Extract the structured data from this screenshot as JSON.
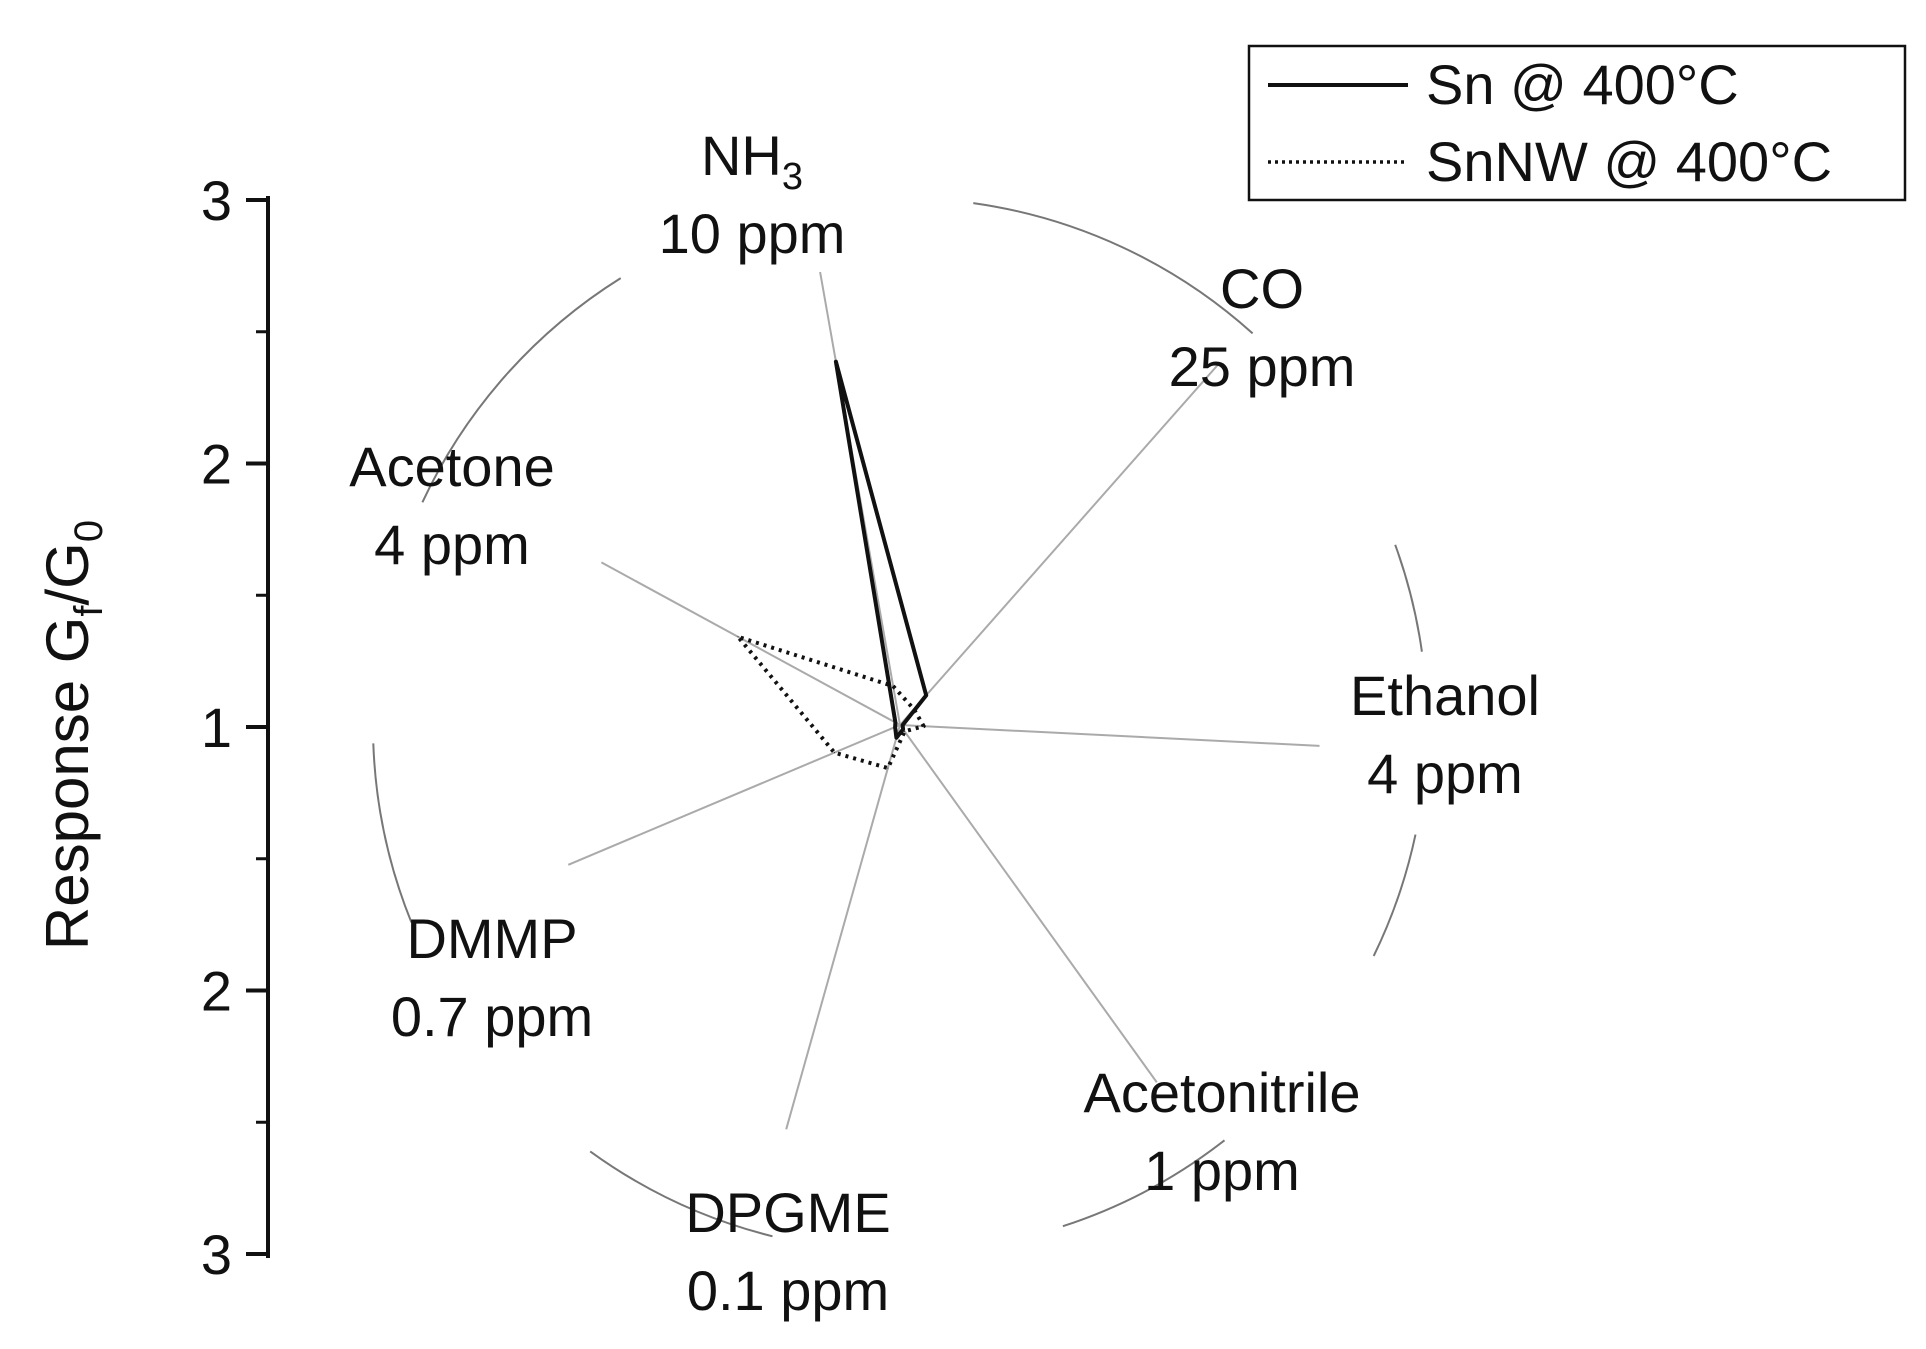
{
  "chart_data": {
    "type": "radar",
    "ylabel_main": "Response G",
    "ylabel_sub_f": "f",
    "ylabel_mid": "/G",
    "ylabel_sub_0": "0",
    "axis_ticks": [
      "3",
      "2",
      "1",
      "2",
      "3"
    ],
    "axis_tick_values": [
      3,
      2,
      1,
      2,
      3
    ],
    "radial_range": [
      1,
      3
    ],
    "categories": [
      {
        "name": "NH",
        "sub": "3",
        "conc": "10 ppm"
      },
      {
        "name": "CO",
        "sub": "",
        "conc": "25 ppm"
      },
      {
        "name": "Ethanol",
        "sub": "",
        "conc": "4 ppm"
      },
      {
        "name": "Acetonitrile",
        "sub": "",
        "conc": "1 ppm"
      },
      {
        "name": "DPGME",
        "sub": "",
        "conc": "0.1 ppm"
      },
      {
        "name": "DMMP",
        "sub": "",
        "conc": "0.7 ppm"
      },
      {
        "name": "Acetone",
        "sub": "",
        "conc": "4 ppm"
      }
    ],
    "series": [
      {
        "name": "Sn @ 400°C",
        "style": "solid",
        "values": [
          2.4,
          1.15,
          1.01,
          1.02,
          1.05,
          1.02,
          1.02
        ]
      },
      {
        "name": "SnNW @ 400°C",
        "style": "dotted",
        "values": [
          1.15,
          1.08,
          1.09,
          1.03,
          1.17,
          1.27,
          1.7
        ]
      }
    ],
    "legend_position": "top-right",
    "grid": false
  }
}
